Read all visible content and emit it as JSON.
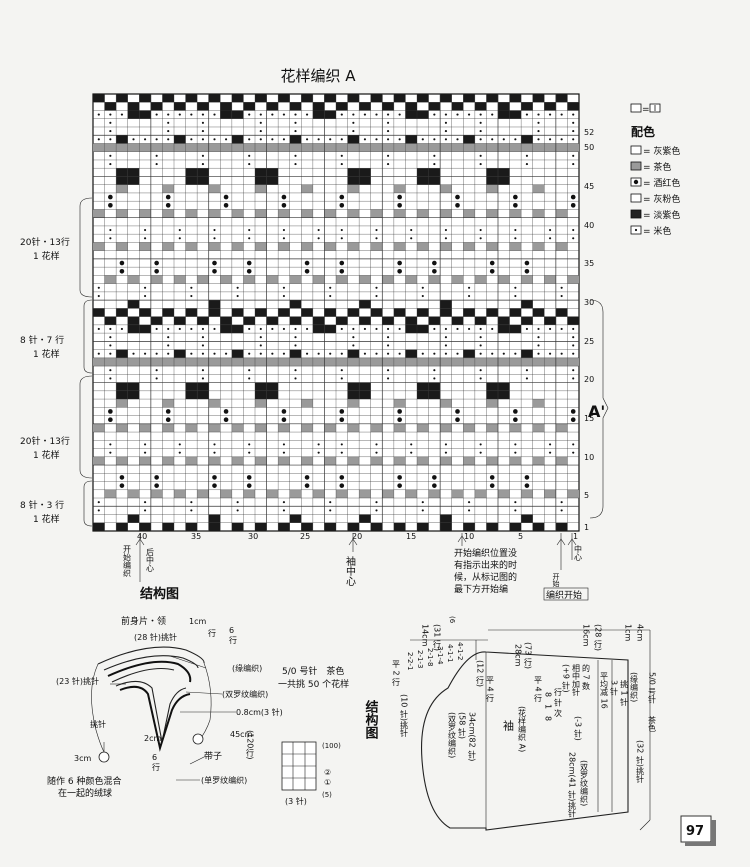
{
  "title": "花样编织 A",
  "grid": {
    "cols": 42,
    "rows": 53,
    "row_labels": [
      "1",
      "5",
      "10",
      "15",
      "20",
      "25",
      "30",
      "35",
      "40",
      "45",
      "50",
      "52"
    ],
    "col_labels": [
      "40",
      "35",
      "30",
      "25",
      "20",
      "15",
      "10",
      "5",
      "1"
    ]
  },
  "left_annotations": [
    {
      "line1": "20针・13行",
      "line2": "1 花样"
    },
    {
      "line1": "8 针・7 行",
      "line2": "1 花样"
    },
    {
      "line1": "20针・13行",
      "line2": "1 花样"
    },
    {
      "line1": "8 针・3 行",
      "line2": "1 花样"
    }
  ],
  "section_mark": "A'",
  "bottom_notes": {
    "left_start": "开始编织",
    "left_center": "后中心",
    "sleeve_center": "袖中心",
    "note_lines": [
      "开始编织位置没",
      "有指示出来的时",
      "候，从标记图的",
      "最下方开始编"
    ],
    "right_start": "编织开始",
    "right_center": "中心",
    "right_open": "开始"
  },
  "legend": {
    "top_symbol": "=",
    "heading": "配色",
    "items": [
      {
        "symbol": "empty",
        "label": "= 灰紫色"
      },
      {
        "symbol": "gray",
        "label": "= 茶色"
      },
      {
        "symbol": "dot",
        "label": "= 酒红色"
      },
      {
        "symbol": "empty",
        "label": "= 灰粉色"
      },
      {
        "symbol": "black",
        "label": "= 淡紫色"
      },
      {
        "symbol": "small-dot",
        "label": "= 米色"
      }
    ]
  },
  "structure_left": {
    "title": "结构图",
    "front": "前身片・领",
    "front_val": "1cm",
    "front_row": "行",
    "pick_28": "(28 针)挑针",
    "six": "6",
    "six_row": "行",
    "edge": "(缘编织)",
    "pick_23": "(23 针)挑针",
    "double": "(双罗纹编织)",
    "pick": "挑针",
    "needle": "5/0 号针　茶色",
    "repeat": "一共挑 50 个花样",
    "w08": "0.8cm(3 针)",
    "h2": "2cm",
    "six_b": "6",
    "row_b": "行",
    "h45": "45cm",
    "r120": "(120行)",
    "tie": "带子",
    "single": "(单罗纹编织)",
    "ball": "3cm",
    "yarn1": "随作 6 种颜色混合",
    "yarn2": "在一起的绒球",
    "small_box": "(3 针)",
    "mk100": "(100)",
    "mk1": "①",
    "mk2": "②",
    "mk5": "(5)"
  },
  "structure_right": {
    "title": "结构图",
    "w10": "(10 针)挑针",
    "flat": "平 2 行",
    "seq": [
      "2-2-1",
      "2-1-3",
      "2-1-8",
      "3-1-4",
      "4-1-1",
      "4-1-2"
    ],
    "double": "(双罗纹编织)",
    "w58": "(58 针)",
    "h34": "34cm(82 针)",
    "flat4": "平 4 行",
    "sleeve": "袖",
    "pattern": "(花样编织 A)",
    "h14": "14cm",
    "r31": "(31 行)",
    "h12": "(12 行)",
    "h28": "28cm",
    "r73": "(73 行)",
    "inc": "(+9 针)",
    "mid": "相中加针",
    "count": "的 7 数",
    "sleeve_w": "(-3 针)",
    "flat_b": "平 4 行",
    "nums": [
      "8",
      "1",
      "8"
    ],
    "rows": "行 针 次",
    "h28b": "28cm(41 针)挑针",
    "double2": "(双罗纹编织)",
    "h16": "16cm",
    "r28": "(28 行)",
    "dist1": "平均减 16",
    "dist2": "3 针",
    "dist3": "挑 1 针",
    "edge": "(缘编织)",
    "needle": "5/0 号针",
    "color": "茶色",
    "w32": "(32 针)挑针",
    "w_big": "4cm",
    "small_1": "1cm",
    "small_2": "(6"
  },
  "page_number": "97"
}
